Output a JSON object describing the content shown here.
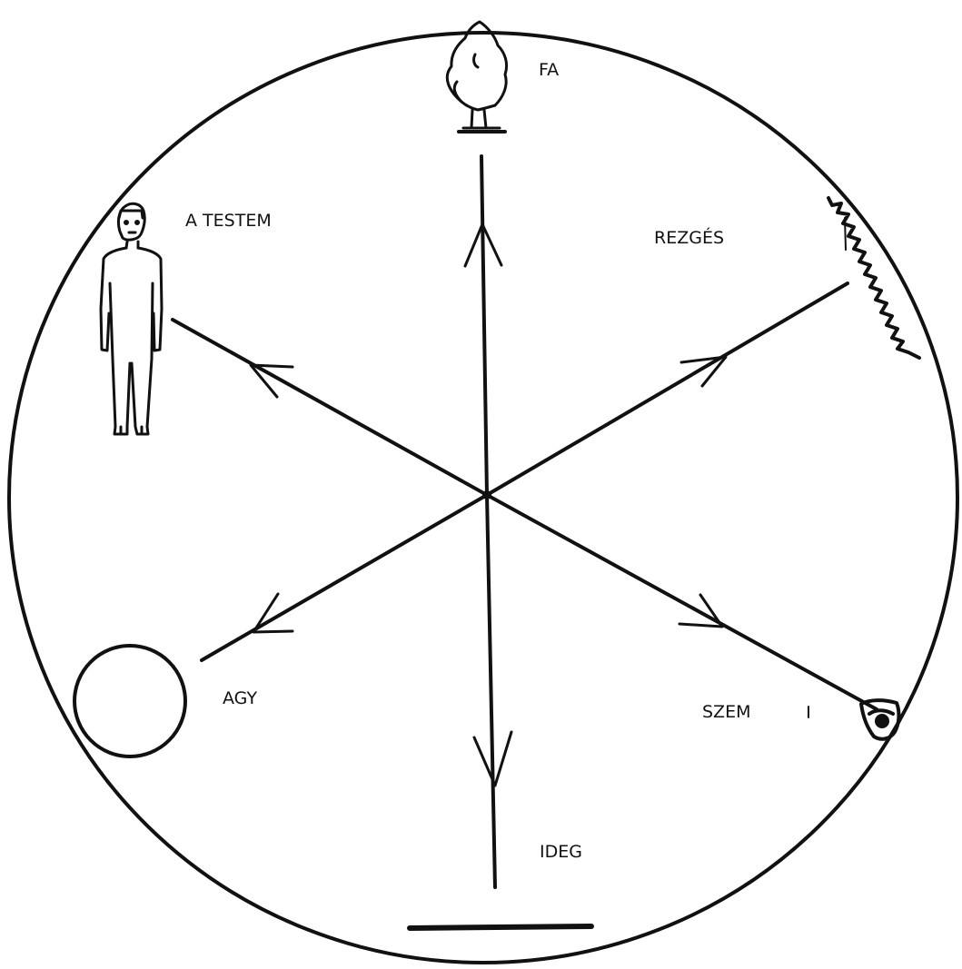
{
  "diagram": {
    "labels": {
      "tree": "FA",
      "body": "A TESTEM",
      "vibration": "REZGÉS",
      "eye": "SZEM",
      "brain": "AGY",
      "nerve": "IDEG"
    },
    "ink_color": "#111111"
  }
}
